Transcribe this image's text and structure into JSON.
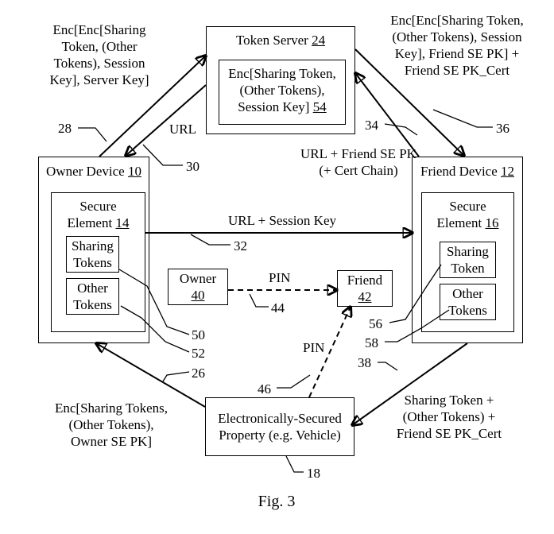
{
  "token_server": {
    "label": "Token Server",
    "ref": "24",
    "inner": [
      "Enc[Sharing Token,",
      "(Other Tokens),",
      "Session Key]"
    ],
    "inner_ref": "54"
  },
  "owner_device": {
    "label": "Owner Device",
    "ref": "10",
    "secure_element": {
      "line1": "Secure",
      "line2": "Element",
      "ref": "14"
    },
    "sharing": [
      "Sharing",
      "Tokens"
    ],
    "other": [
      "Other",
      "Tokens"
    ]
  },
  "friend_device": {
    "label": "Friend Device",
    "ref": "12",
    "secure_element": {
      "line1": "Secure",
      "line2": "Element",
      "ref": "16"
    },
    "sharing": [
      "Sharing",
      "Token"
    ],
    "other": [
      "Other",
      "Tokens"
    ]
  },
  "owner_person": {
    "label": "Owner",
    "ref": "40"
  },
  "friend_person": {
    "label": "Friend",
    "ref": "42"
  },
  "property": {
    "lines": [
      "Electronically-Secured",
      "Property (e.g. Vehicle)"
    ]
  },
  "messages": {
    "owner_to_server": [
      "Enc[Enc[Sharing",
      "Token, (Other",
      "Tokens), Session",
      "Key], Server Key]"
    ],
    "server_to_owner": "URL",
    "friend_to_server": [
      "URL + Friend SE PK",
      "(+ Cert Chain)"
    ],
    "server_to_friend": [
      "Enc[Enc[Sharing Token,",
      "(Other Tokens), Session",
      "Key], Friend SE PK] +",
      "Friend SE PK_Cert"
    ],
    "owner_to_friend": "URL + Session Key",
    "pin_owner_friend": "PIN",
    "pin_property": "PIN",
    "property_to_owner": [
      "Enc[Sharing Tokens,",
      "(Other Tokens),",
      "Owner SE PK]"
    ],
    "friend_to_property": [
      "Sharing Token +",
      "(Other Tokens) +",
      "Friend SE PK_Cert"
    ]
  },
  "ref_numbers": {
    "r28": "28",
    "r30": "30",
    "r34": "34",
    "r36": "36",
    "r32": "32",
    "r44": "44",
    "r50": "50",
    "r52": "52",
    "r56": "56",
    "r58": "58",
    "r26": "26",
    "r38": "38",
    "r46": "46",
    "r18": "18"
  },
  "figure_caption": "Fig. 3"
}
